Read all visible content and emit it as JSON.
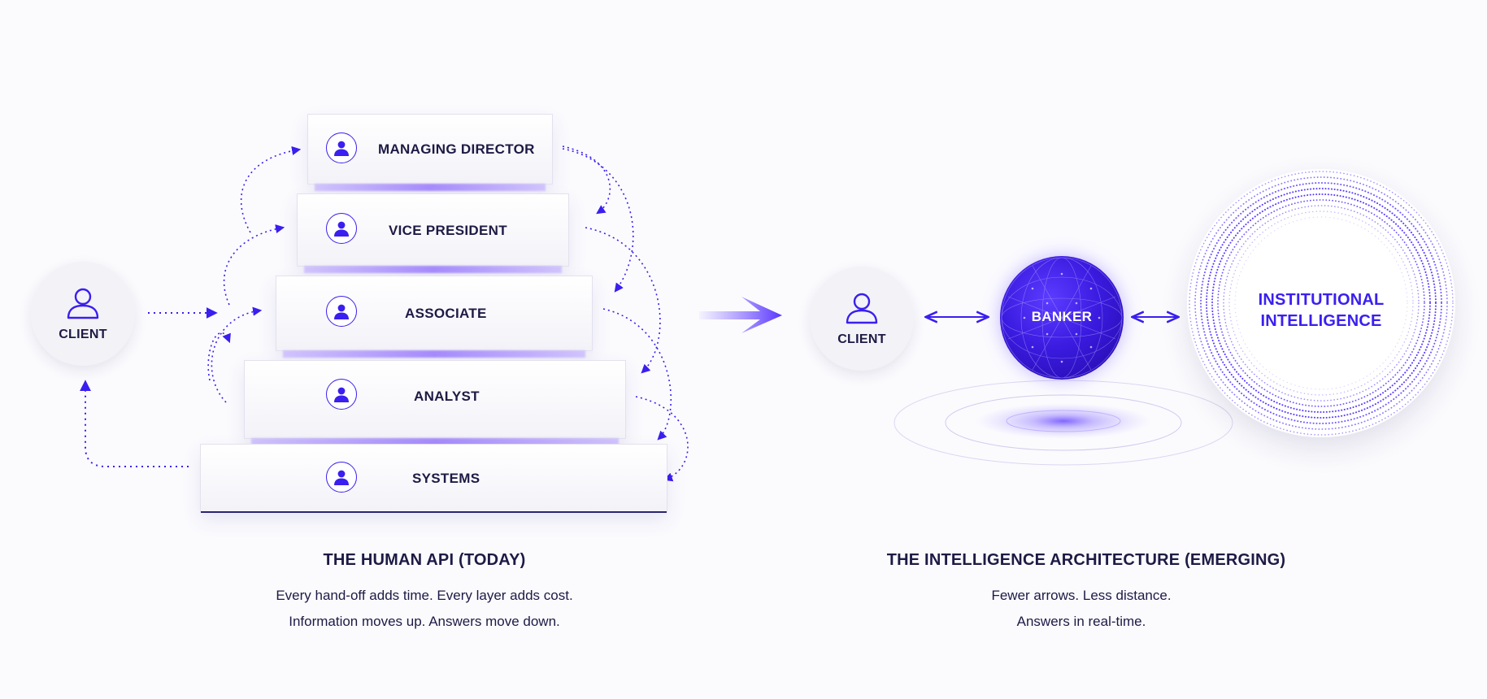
{
  "left_panel": {
    "client_label": "CLIENT",
    "tiers": [
      {
        "label": "MANAGING DIRECTOR",
        "icon": "person-icon"
      },
      {
        "label": "VICE PRESIDENT",
        "icon": "person-icon"
      },
      {
        "label": "ASSOCIATE",
        "icon": "person-icon"
      },
      {
        "label": "ANALYST",
        "icon": "person-icon"
      },
      {
        "label": "SYSTEMS",
        "icon": "person-icon"
      }
    ],
    "caption_title": "THE HUMAN API (TODAY)",
    "caption_lines": [
      "Every hand-off adds time. Every layer adds cost.",
      "Information moves up. Answers move down."
    ]
  },
  "right_panel": {
    "client_label": "CLIENT",
    "banker_label": "BANKER",
    "intelligence_label": [
      "INSTITUTIONAL",
      "INTELLIGENCE"
    ],
    "caption_title": "THE INTELLIGENCE ARCHITECTURE (EMERGING)",
    "caption_lines": [
      "Fewer arrows. Less distance.",
      "Answers in real-time."
    ]
  },
  "colors": {
    "accent": "#3a1ff0",
    "text": "#1d1a45",
    "background": "#fbfbfe"
  }
}
